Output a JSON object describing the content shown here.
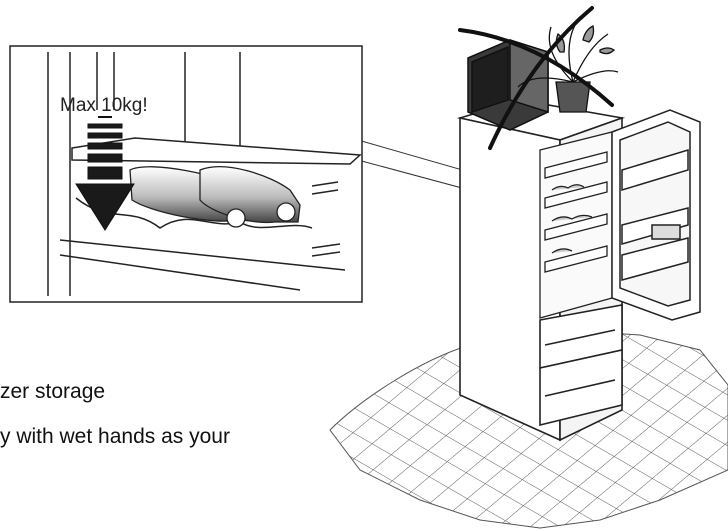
{
  "callout": {
    "label": "Max 10kg!"
  },
  "text": {
    "line1": "zer storage",
    "line2": "y with wet hands as your"
  },
  "colors": {
    "ink": "#222222",
    "grid": "#555555",
    "paper": "#ffffff"
  }
}
